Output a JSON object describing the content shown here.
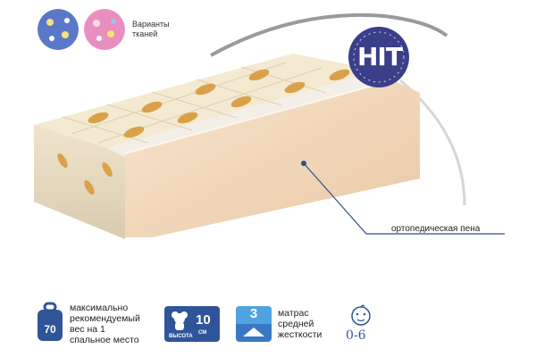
{
  "fabric_variants": {
    "label": "Варианты\nтканей",
    "colors": [
      "#5a78c8",
      "#e98fbf"
    ]
  },
  "badge": {
    "text": "HIT",
    "color": "#3b3f8a"
  },
  "callout": {
    "label": "ортопедическая пена"
  },
  "features": {
    "max_weight": {
      "value": "70",
      "text": "максимально\nрекомендуемый\nвес на 1\nспальное место"
    },
    "height": {
      "value": "10",
      "unit": "СМ",
      "label": "ВЫСОТА"
    },
    "firmness": {
      "value": "3",
      "text": "матрас\nсредней\nжесткости"
    },
    "age": {
      "value": "0-6"
    }
  },
  "colors": {
    "accent": "#2f5598",
    "foam": "#f5dcc0",
    "quilt": "#f4ead2"
  }
}
